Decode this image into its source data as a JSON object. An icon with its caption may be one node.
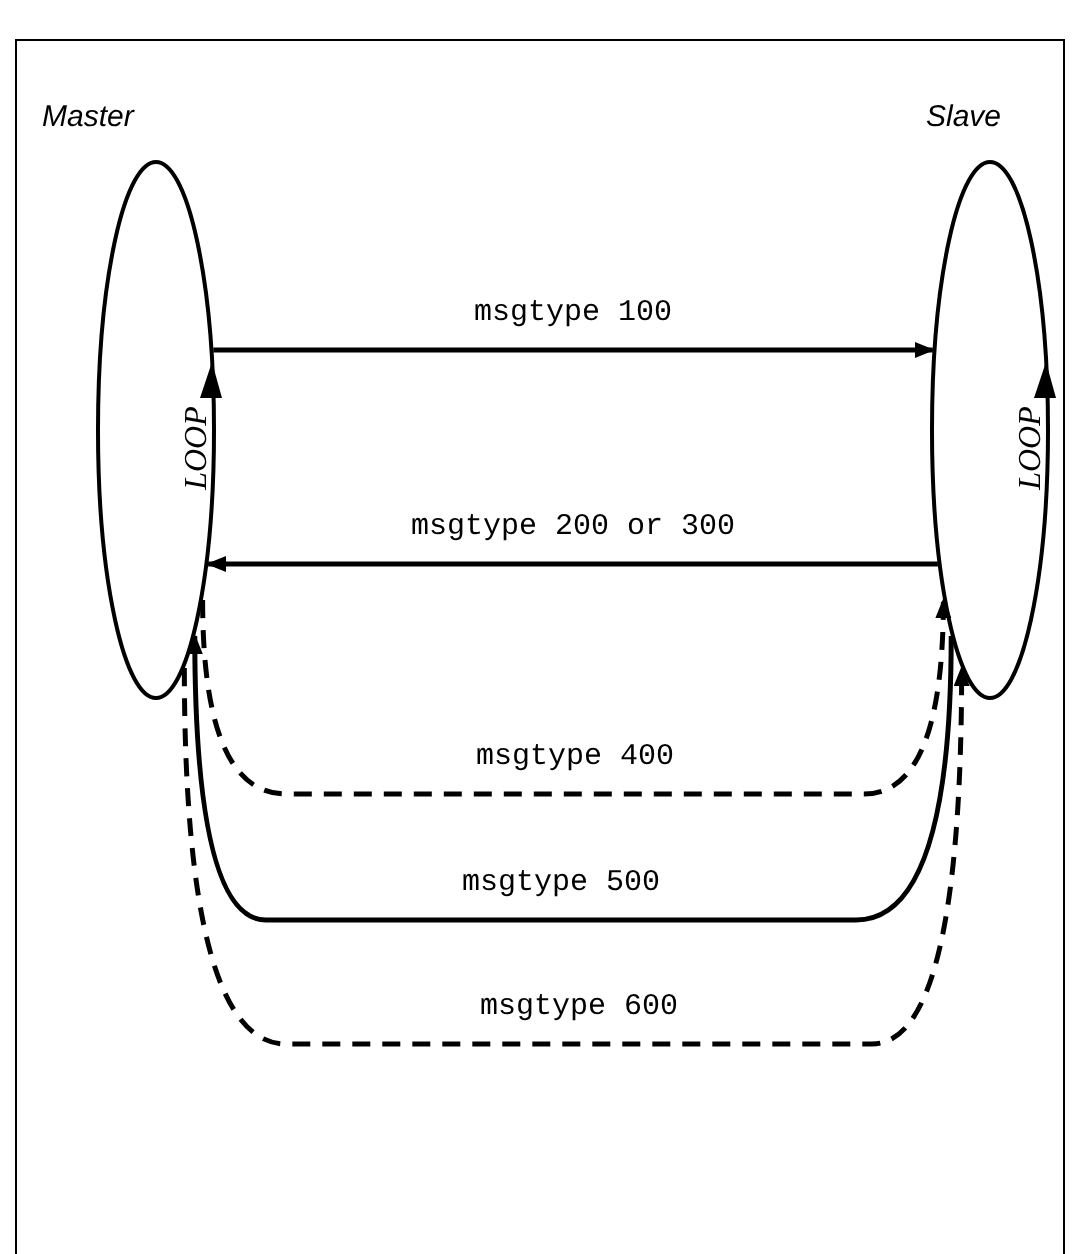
{
  "diagram": {
    "nodes": [
      {
        "text": [
          "Master",
          "LOOP"
        ]
      },
      {
        "text": [
          "Slave",
          "LOOP"
        ]
      }
    ],
    "edges": [
      {
        "from": 0,
        "to": 1,
        "arrow": "to",
        "label": "msgtype 100"
      },
      {
        "from": 1,
        "to": 0,
        "arrow": "to",
        "label": "msgtype 200 or 300"
      },
      {
        "from": 0,
        "to": 1,
        "arrow": "to",
        "label": "msgtype 400",
        "style": "dashed"
      },
      {
        "from": 1,
        "to": 0,
        "arrow": "to",
        "label": "msgtype 500"
      },
      {
        "from": 0,
        "to": 1,
        "arrow": "to",
        "label": "msgtype 600",
        "style": "dashed"
      }
    ]
  }
}
